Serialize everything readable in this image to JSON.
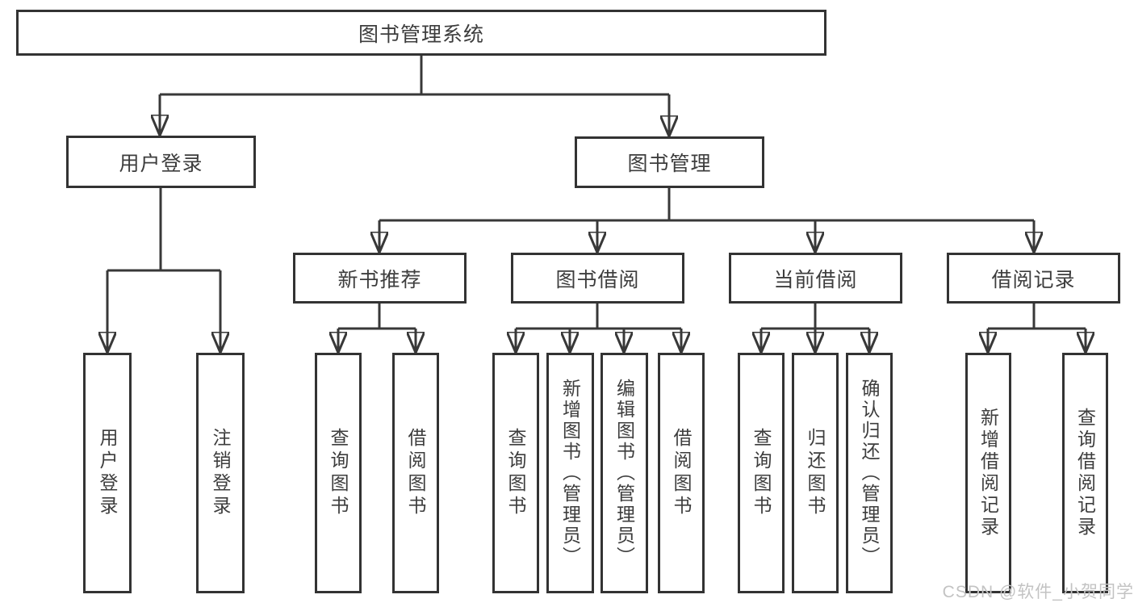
{
  "diagram": {
    "root": {
      "label": "图书管理系统"
    },
    "branches": [
      {
        "label": "用户登录",
        "children": [
          "用户登录",
          "注销登录"
        ]
      },
      {
        "label": "图书管理",
        "groups": [
          {
            "label": "新书推荐",
            "children": [
              "查询图书",
              "借阅图书"
            ]
          },
          {
            "label": "图书借阅",
            "children": [
              "查询图书",
              "新增图书（管理员）",
              "编辑图书（管理员）",
              "借阅图书"
            ]
          },
          {
            "label": "当前借阅",
            "children": [
              "查询图书",
              "归还图书",
              "确认归还（管理员）"
            ]
          },
          {
            "label": "借阅记录",
            "children": [
              "新增借阅记录",
              "查询借阅记录"
            ]
          }
        ]
      }
    ]
  },
  "colors": {
    "line": "#383838",
    "border": "#333333",
    "text": "#3d3d3d",
    "watermark_text": "#c3c3c3"
  },
  "watermark": "CSDN @软件_小贺同学"
}
